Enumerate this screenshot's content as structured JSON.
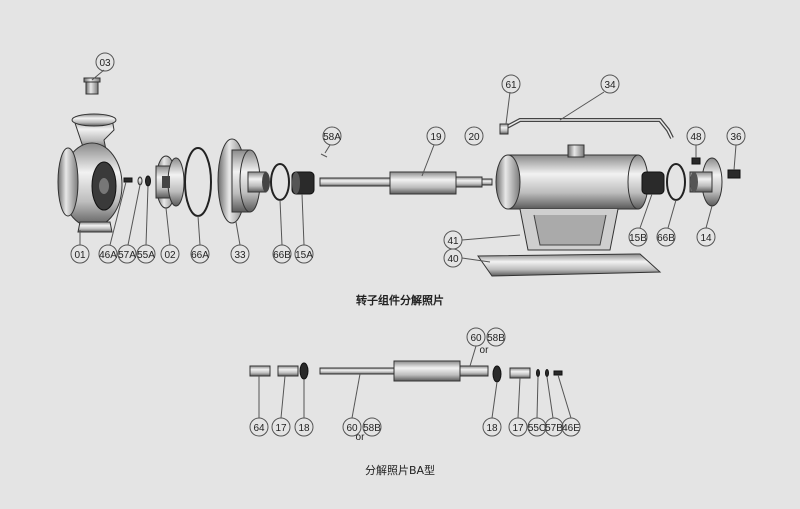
{
  "captions": {
    "rotor_assembly": "转子组件分解照片",
    "ba_type": "分解照片BA型"
  },
  "labels": {
    "p03": "03",
    "p01": "01",
    "p46A": "46A",
    "p57A": "57A",
    "p55A": "55A",
    "p02": "02",
    "p66A": "66A",
    "p33": "33",
    "p66B_top": "66B",
    "p15A": "15A",
    "p58A": "58A",
    "p19": "19",
    "p20": "20",
    "p61": "61",
    "p34": "34",
    "p48": "48",
    "p36": "36",
    "p41": "41",
    "p40": "40",
    "p15B": "15B",
    "p66B_right": "66B",
    "p14": "14",
    "b64": "64",
    "b17_left": "17",
    "b18_left": "18",
    "b60_bottom": "60",
    "b58B_bottom": "58B",
    "b60_top": "60",
    "b58B_top": "58B",
    "b18_right": "18",
    "b17_right": "17",
    "b55C": "55C",
    "b57B": "57B",
    "b46E": "46E",
    "or_top": "or",
    "or_bottom": "or"
  },
  "colors": {
    "background": "#e4e4e4",
    "line": "#333333",
    "metal_light": "#f2f2f2",
    "metal_dark": "#8a8a8a"
  }
}
